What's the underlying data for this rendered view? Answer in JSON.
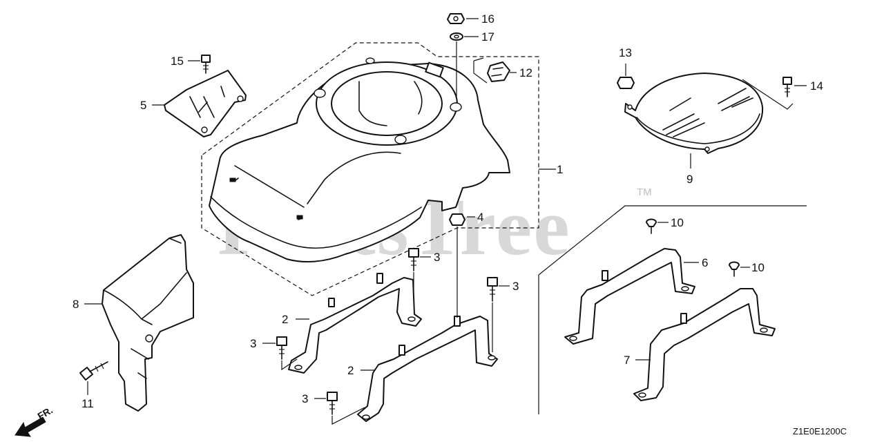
{
  "watermark": {
    "text": "PartsTree",
    "trademark": "TM"
  },
  "diagram_code": "Z1E0E1200C",
  "front_indicator": "FR.",
  "callouts": {
    "c1": "1",
    "c2a": "2",
    "c2b": "2",
    "c3a": "3",
    "c3b": "3",
    "c3c": "3",
    "c3d": "3",
    "c4": "4",
    "c5": "5",
    "c6": "6",
    "c7": "7",
    "c8": "8",
    "c9": "9",
    "c10a": "10",
    "c10b": "10",
    "c11": "11",
    "c12": "12",
    "c13": "13",
    "c14": "14",
    "c15": "15",
    "c16": "16",
    "c17": "17"
  }
}
